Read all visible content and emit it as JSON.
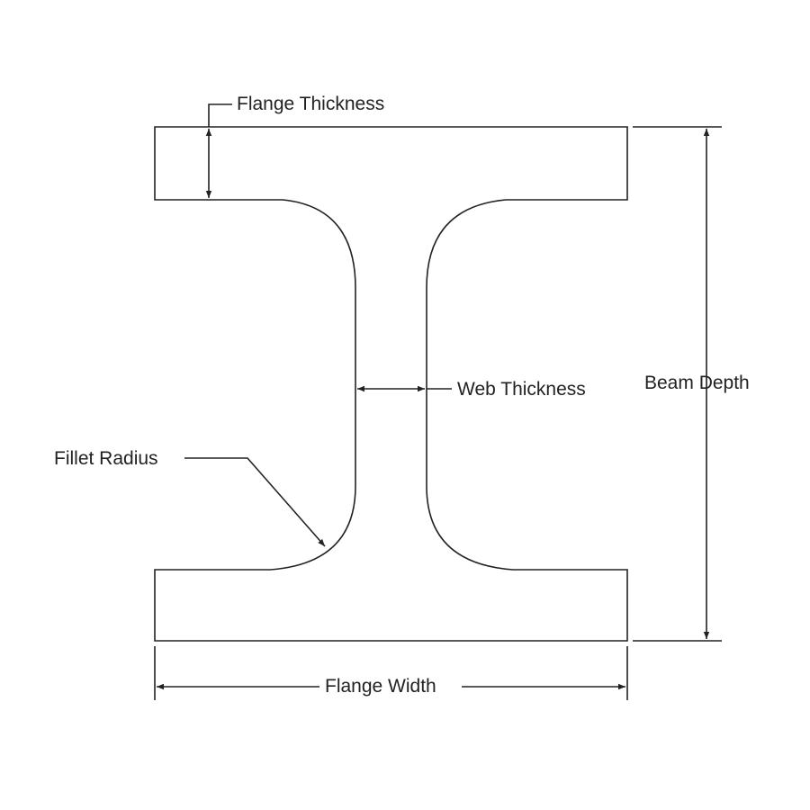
{
  "diagram": {
    "title": "I-beam cross-section dimensions",
    "labels": {
      "flange_thickness": "Flange Thickness",
      "web_thickness": "Web Thickness",
      "beam_depth": "Beam Depth",
      "fillet_radius": "Fillet Radius",
      "flange_width": "Flange Width"
    },
    "line_color": "#222222"
  }
}
